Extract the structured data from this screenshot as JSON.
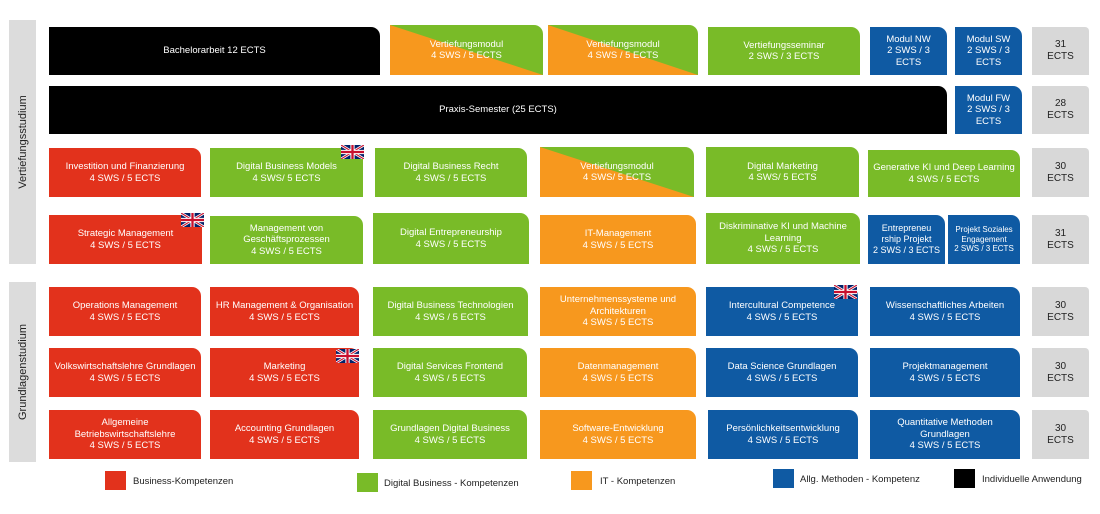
{
  "side_labels": {
    "vertiefung": "Vertiefungsstudium",
    "grundlagen": "Grundlagenstudium"
  },
  "colors": {
    "business": "#e2321c",
    "digital_business": "#79bb28",
    "it": "#f7981e",
    "methods": "#0f5aa3",
    "individual": "#000000",
    "ects_box": "#d8d8d8"
  },
  "modules": {
    "bachelorarbeit": {
      "title": "Bachelorarbeit 12 ECTS",
      "detail": ""
    },
    "vertiefungsmodul_1": {
      "title": "Vertiefungsmodul",
      "detail": "4 SWS / 5 ECTS"
    },
    "vertiefungsmodul_2": {
      "title": "Vertiefungsmodul",
      "detail": "4 SWS / 5 ECTS"
    },
    "vertiefungsseminar": {
      "title": "Vertiefungsseminar",
      "detail": "2 SWS / 3 ECTS"
    },
    "modul_nw": {
      "title": "Modul NW",
      "detail": "2 SWS / 3 ECTS"
    },
    "modul_sw": {
      "title": "Modul SW",
      "detail": "2 SWS / 3 ECTS"
    },
    "praxis_semester": {
      "title": "Praxis-Semester (25 ECTS)",
      "detail": ""
    },
    "modul_fw": {
      "title": "Modul FW",
      "detail": "2 SWS / 3 ECTS"
    },
    "investition": {
      "title": "Investition und Finanzierung",
      "detail": "4 SWS / 5 ECTS"
    },
    "digital_business_models": {
      "title": "Digital Business Models",
      "detail": "4 SWS/ 5 ECTS"
    },
    "digital_business_recht": {
      "title": "Digital Business Recht",
      "detail": "4 SWS / 5 ECTS"
    },
    "vertiefungsmodul_3": {
      "title": "Vertiefungsmodul",
      "detail": "4 SWS/ 5 ECTS"
    },
    "digital_marketing": {
      "title": "Digital Marketing",
      "detail": "4 SWS/ 5 ECTS"
    },
    "generative_ki": {
      "title": "Generative KI und Deep Learning",
      "detail": "4 SWS / 5 ECTS"
    },
    "strategic_management": {
      "title": "Strategic Management",
      "detail": "4 SWS / 5 ECTS"
    },
    "management_geschaeftsprozesse": {
      "title": "Management von Geschäftsprozessen",
      "detail": "4 SWS / 5 ECTS"
    },
    "digital_entrepreneurship": {
      "title": "Digital Entrepreneurship",
      "detail": "4 SWS / 5 ECTS"
    },
    "it_management": {
      "title": "IT-Management",
      "detail": "4 SWS / 5 ECTS"
    },
    "diskriminative_ki": {
      "title": "Diskriminative KI und Machine Learning",
      "detail": "4 SWS / 5 ECTS"
    },
    "entrepreneurship_projekt": {
      "title": "Entrepreneu rship Projekt",
      "detail": "2 SWS / 3 ECTS"
    },
    "projekt_soziales": {
      "title": "Projekt Soziales Engagement",
      "detail": "2 SWS / 3 ECTS"
    },
    "operations_management": {
      "title": "Operations Management",
      "detail": "4 SWS / 5 ECTS"
    },
    "hr_management": {
      "title": "HR Management & Organisation",
      "detail": "4 SWS / 5 ECTS"
    },
    "digital_business_technologien": {
      "title": "Digital Business Technologien",
      "detail": "4 SWS / 5 ECTS"
    },
    "unternehmenssysteme": {
      "title": "Unternehmenssysteme und Architekturen",
      "detail": "4 SWS / 5 ECTS"
    },
    "intercultural_competence": {
      "title": "Intercultural Competence",
      "detail": "4 SWS / 5 ECTS"
    },
    "wissenschaftliches_arbeiten": {
      "title": "Wissenschaftliches Arbeiten",
      "detail": "4 SWS / 5 ECTS"
    },
    "volkswirtschaftslehre": {
      "title": "Volkswirtschaftslehre Grundlagen",
      "detail": "4 SWS / 5 ECTS"
    },
    "marketing": {
      "title": "Marketing",
      "detail": "4 SWS / 5 ECTS"
    },
    "digital_services_frontend": {
      "title": "Digital Services Frontend",
      "detail": "4 SWS / 5 ECTS"
    },
    "datenmanagement": {
      "title": "Datenmanagement",
      "detail": "4 SWS / 5 ECTS"
    },
    "data_science_grundlagen": {
      "title": "Data Science Grundlagen",
      "detail": "4 SWS / 5 ECTS"
    },
    "projektmanagement": {
      "title": "Projektmanagement",
      "detail": "4 SWS / 5 ECTS"
    },
    "allgemeine_bwl": {
      "title": "Allgemeine Betriebswirtschaftslehre",
      "detail": "4 SWS / 5 ECTS"
    },
    "accounting_grundlagen": {
      "title": "Accounting Grundlagen",
      "detail": "4 SWS / 5 ECTS"
    },
    "grundlagen_digital_business": {
      "title": "Grundlagen Digital Business",
      "detail": "4 SWS / 5 ECTS"
    },
    "software_entwicklung": {
      "title": "Software-Entwicklung",
      "detail": "4 SWS / 5 ECTS"
    },
    "persoenlichkeitsentwicklung": {
      "title": "Persönlichkeitsentwicklung",
      "detail": "4 SWS / 5 ECTS"
    },
    "quantitative_methoden": {
      "title": "Quantitative Methoden Grundlagen",
      "detail": "4 SWS / 5 ECTS"
    }
  },
  "ects": {
    "row1": {
      "value": "31",
      "unit": "ECTS"
    },
    "row2": {
      "value": "28",
      "unit": "ECTS"
    },
    "row3": {
      "value": "30",
      "unit": "ECTS"
    },
    "row4": {
      "value": "31",
      "unit": "ECTS"
    },
    "row5": {
      "value": "30",
      "unit": "ECTS"
    },
    "row6": {
      "value": "30",
      "unit": "ECTS"
    },
    "row7": {
      "value": "30",
      "unit": "ECTS"
    }
  },
  "legend": {
    "business": "Business-Kompetenzen",
    "digital_business": "Digital Business - Kompetenzen",
    "it": "IT - Kompetenzen",
    "methods": "Allg. Methoden - Kompetenz",
    "individual": "Individuelle Anwendung"
  },
  "icons": {
    "english_course": "uk-flag-icon"
  }
}
